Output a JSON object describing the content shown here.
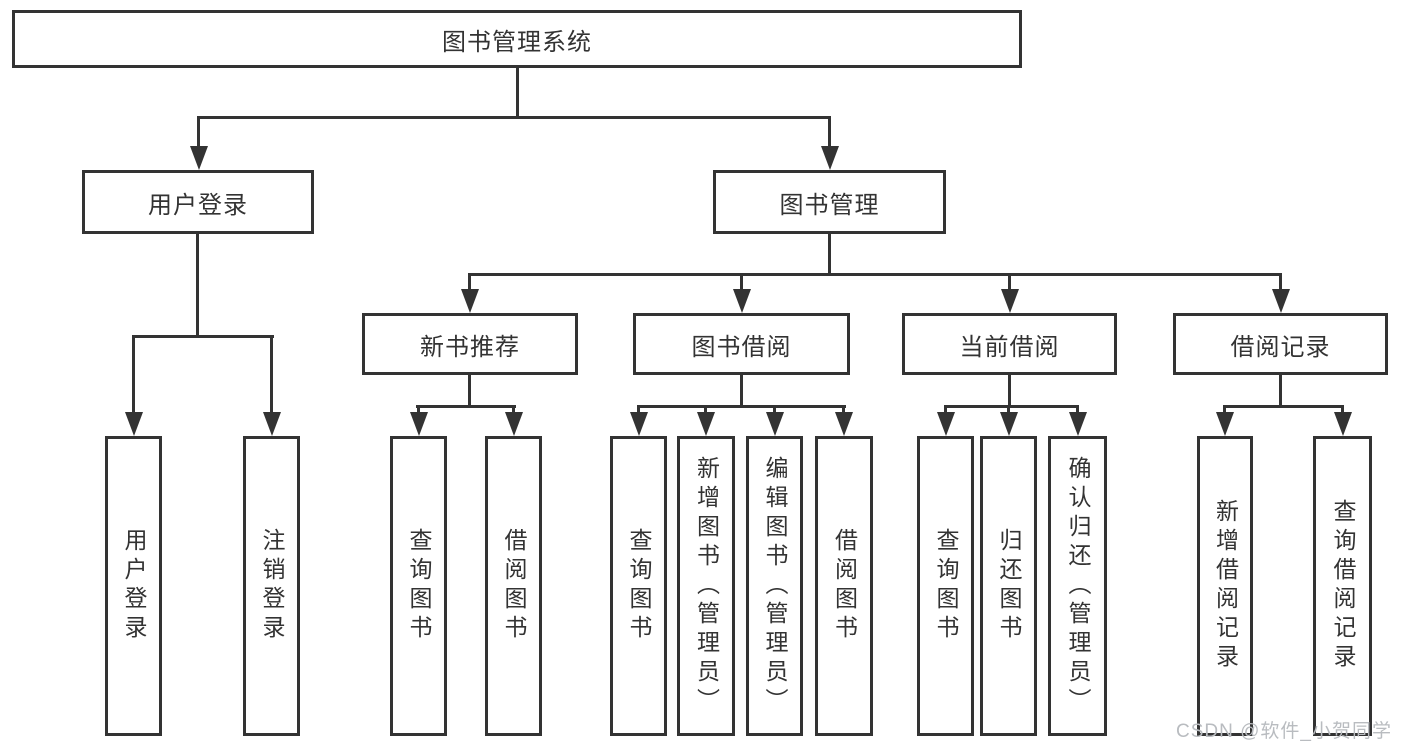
{
  "tree": {
    "label": "图书管理系统",
    "children": [
      {
        "label": "用户登录",
        "children": [
          {
            "label": "用户登录"
          },
          {
            "label": "注销登录"
          }
        ]
      },
      {
        "label": "图书管理",
        "children": [
          {
            "label": "新书推荐",
            "children": [
              {
                "label": "查询图书"
              },
              {
                "label": "借阅图书"
              }
            ]
          },
          {
            "label": "图书借阅",
            "children": [
              {
                "label": "查询图书"
              },
              {
                "label": "新增图书（管理员）"
              },
              {
                "label": "编辑图书（管理员）"
              },
              {
                "label": "借阅图书"
              }
            ]
          },
          {
            "label": "当前借阅",
            "children": [
              {
                "label": "查询图书"
              },
              {
                "label": "归还图书"
              },
              {
                "label": "确认归还（管理员）"
              }
            ]
          },
          {
            "label": "借阅记录",
            "children": [
              {
                "label": "新增借阅记录"
              },
              {
                "label": "查询借阅记录"
              }
            ]
          }
        ]
      }
    ]
  },
  "watermark": "CSDN @软件_小贺同学",
  "colors": {
    "line": "#333333",
    "text": "#333333",
    "watermark": "#b9bcc0",
    "background": "#ffffff"
  }
}
